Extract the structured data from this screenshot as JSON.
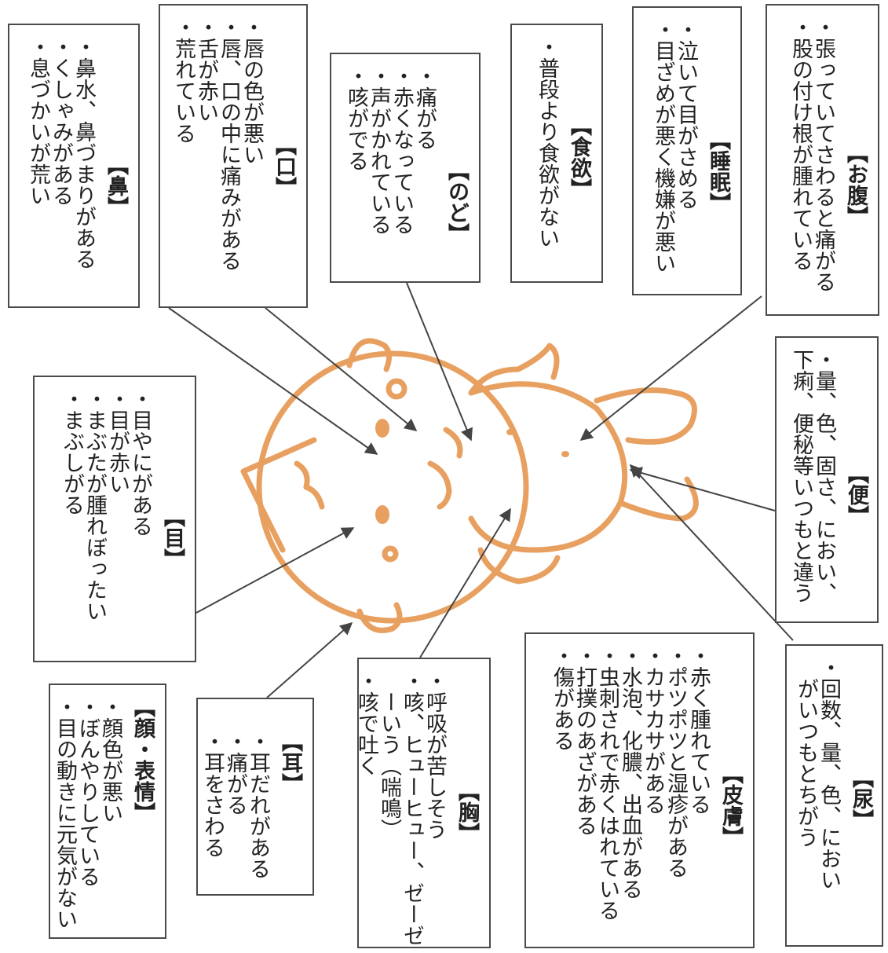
{
  "sections": {
    "face": {
      "title": "【顔・表情】",
      "items": [
        "顔色が悪い",
        "ぼんやりしている",
        "目の動きに元気がない"
      ]
    },
    "ear": {
      "title": "【耳】",
      "items": [
        "耳だれがある",
        "痛がる",
        "耳をさわる"
      ]
    },
    "chest": {
      "title": "【胸】",
      "items": [
        "呼吸が苦しそう",
        "咳、ヒューヒュー、ゼーゼ",
        "ーいう（喘鳴）",
        "咳で吐く"
      ]
    },
    "skin": {
      "title": "【皮膚】",
      "items": [
        "赤く腫れている",
        "ポツポツと湿疹がある",
        "カサカサがある",
        "水泡、化膿、出血がある",
        "虫刺されで赤くはれている",
        "打撲のあざがある",
        "傷がある"
      ]
    },
    "urine": {
      "title": "【尿】",
      "items": [
        "回数、量、色、におい",
        "がいつもとちがう"
      ]
    },
    "eye": {
      "title": "【目】",
      "items": [
        "目やにがある",
        "目が赤い",
        "まぶたが腫れぼったい",
        "まぶしがる"
      ]
    },
    "nose": {
      "title": "【鼻】",
      "items": [
        "鼻水、鼻づまりがある",
        "くしゃみがある",
        "息づかいが荒い"
      ]
    },
    "mouth": {
      "title": "【口】",
      "items": [
        "唇の色が悪い",
        "唇、口の中に痛みがある",
        "舌が赤い",
        "荒れている"
      ]
    },
    "throat": {
      "title": "【のど】",
      "items": [
        "痛がる",
        "赤くなっている",
        "声がかれている",
        "咳がでる"
      ]
    },
    "appetite": {
      "title": "【食欲】",
      "items": [
        "普段より食欲がない"
      ]
    },
    "sleep": {
      "title": "【睡眠】",
      "items": [
        "泣いて目がさめる",
        "目ざめが悪く機嫌が悪い"
      ]
    },
    "belly": {
      "title": "【お腹】",
      "items": [
        "張っていてさわると痛がる",
        "股の付け根が腫れている"
      ]
    },
    "stool": {
      "title": "【便】",
      "items": [
        "量、色、固さ、におい、",
        "下痢、便秘等いつもと違う"
      ]
    }
  },
  "colors": {
    "figure_outline": "#e8a060",
    "box_border": "#4a4a4a",
    "arrow": "#444444"
  }
}
